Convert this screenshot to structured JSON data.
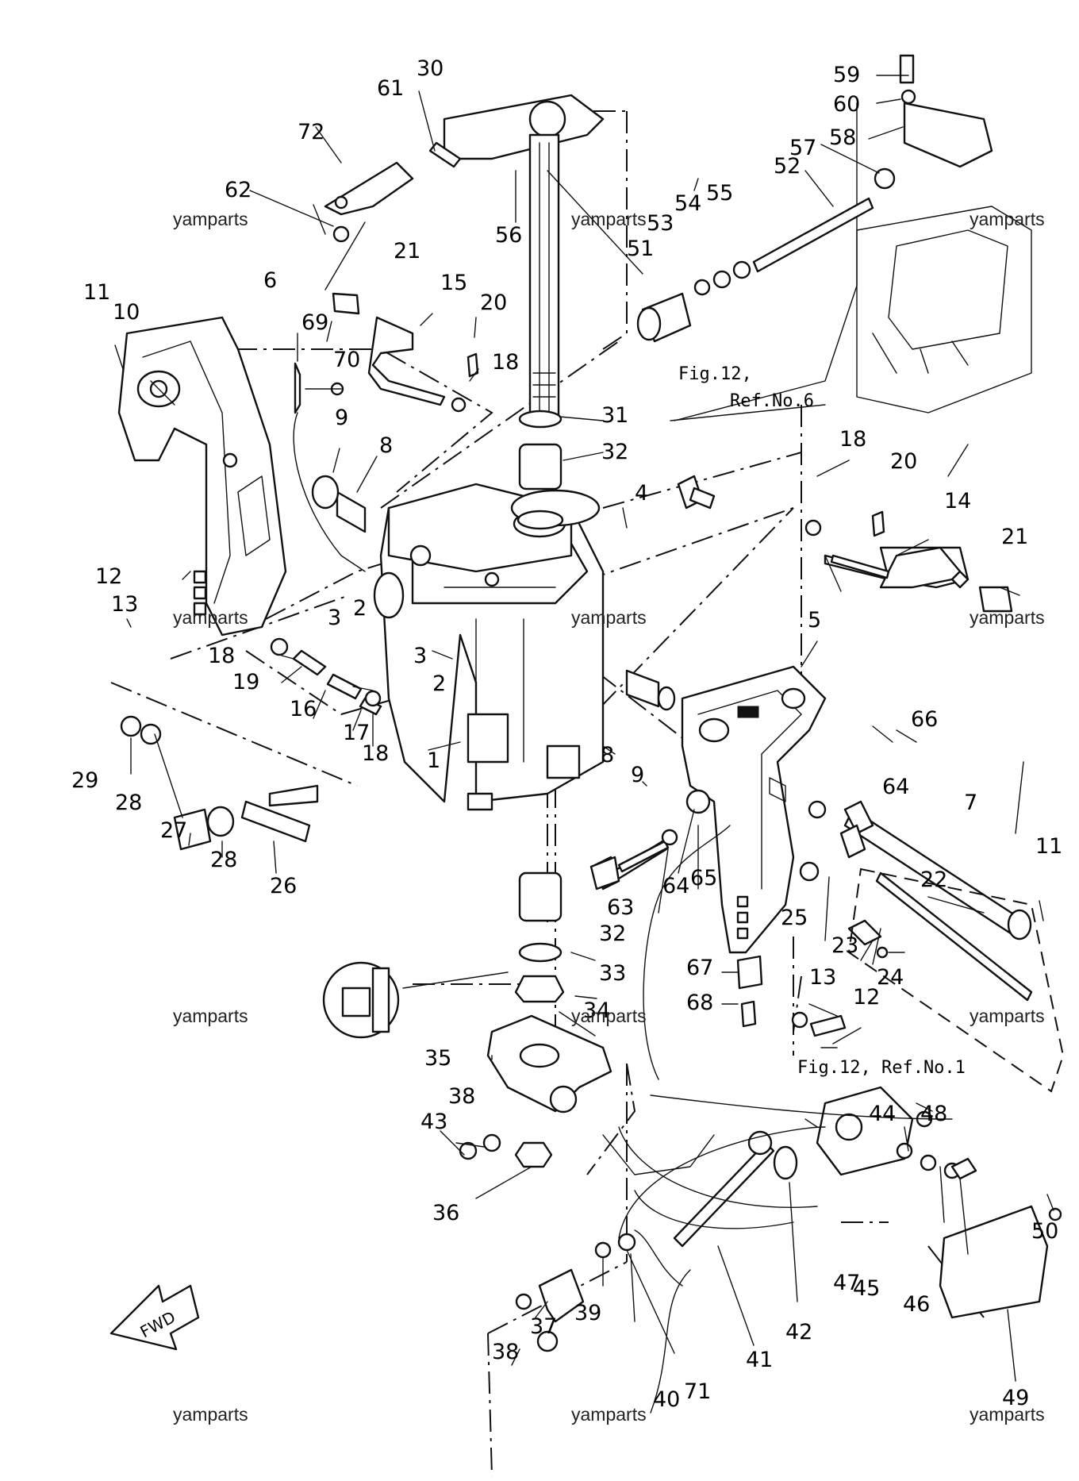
{
  "watermark": "yamparts",
  "references": {
    "fig12_ref6_line1": "Fig.12,",
    "fig12_ref6_line2": "Ref.No.6",
    "fig12_ref1": "Fig.12, Ref.No.1"
  },
  "fwd_label": "FWD",
  "callouts": {
    "c1": "1",
    "c2a": "2",
    "c2b": "2",
    "c3a": "3",
    "c3b": "3",
    "c4": "4",
    "c5": "5",
    "c6": "6",
    "c7": "7",
    "c8a": "8",
    "c8b": "8",
    "c9a": "9",
    "c9b": "9",
    "c10": "10",
    "c11a": "11",
    "c11b": "11",
    "c12a": "12",
    "c12b": "12",
    "c13a": "13",
    "c13b": "13",
    "c14": "14",
    "c15": "15",
    "c16": "16",
    "c17": "17",
    "c18a": "18",
    "c18b": "18",
    "c18c": "18",
    "c18d": "18",
    "c19": "19",
    "c20a": "20",
    "c20b": "20",
    "c21a": "21",
    "c21b": "21",
    "c22": "22",
    "c23": "23",
    "c24": "24",
    "c25": "25",
    "c26": "26",
    "c27": "27",
    "c28a": "28",
    "c28b": "28",
    "c29": "29",
    "c30": "30",
    "c31": "31",
    "c32a": "32",
    "c32b": "32",
    "c33": "33",
    "c34": "34",
    "c35": "35",
    "c36": "36",
    "c37": "37",
    "c38a": "38",
    "c38b": "38",
    "c39": "39",
    "c40": "40",
    "c41": "41",
    "c42": "42",
    "c43": "43",
    "c44": "44",
    "c45": "45",
    "c46": "46",
    "c47": "47",
    "c48": "48",
    "c49": "49",
    "c50": "50",
    "c51": "51",
    "c52": "52",
    "c53": "53",
    "c54": "54",
    "c55": "55",
    "c56": "56",
    "c57": "57",
    "c58": "58",
    "c59": "59",
    "c60": "60",
    "c61": "61",
    "c62": "62",
    "c63": "63",
    "c64a": "64",
    "c64b": "64",
    "c65": "65",
    "c66": "66",
    "c67": "67",
    "c68": "68",
    "c69": "69",
    "c70": "70",
    "c71": "71",
    "c72": "72"
  }
}
